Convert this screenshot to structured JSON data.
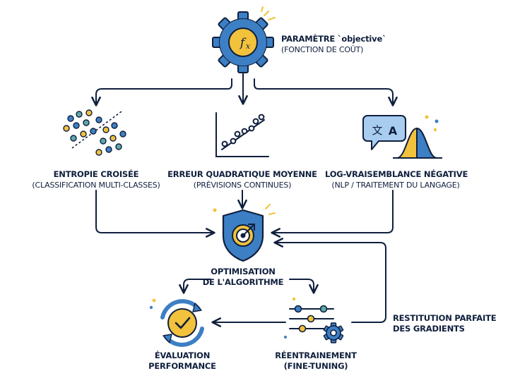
{
  "objective": {
    "title": "PARAMÈTRE `objective`",
    "subtitle": "(FONCTION DE COÛT)",
    "icon": "gear-function-icon"
  },
  "branches": [
    {
      "title": "ENTROPIE CROISÉE",
      "subtitle": "(CLASSIFICATION MULTI-CLASSES)",
      "icon": "scatter-clusters-icon"
    },
    {
      "title": "ERREUR QUADRATIQUE MOYENNE",
      "subtitle": "(PRÉVISIONS CONTINUES)",
      "icon": "regression-plot-icon"
    },
    {
      "title": "LOG-VRAISEMBLANCE NÉGATIVE",
      "subtitle": "(NLP / TRAITEMENT DU LANGAGE)",
      "icon": "translate-distribution-icon"
    }
  ],
  "optimisation": {
    "line1": "OPTIMISATION",
    "line2": "DE L'ALGORITHME",
    "icon": "shield-target-icon"
  },
  "evaluation": {
    "line1": "ÉVALUATION",
    "line2": "PERFORMANCE",
    "icon": "refresh-check-icon"
  },
  "retraining": {
    "line1": "RÉENTRAINEMENT",
    "line2": "(FINE-TUNING)",
    "icon": "sliders-gear-icon"
  },
  "gradients": {
    "line1": "RESTITUTION PARFAITE",
    "line2": "DES GRADIENTS"
  },
  "colors": {
    "navy": "#0f1f3d",
    "blue": "#3d7fc4",
    "light_blue": "#a9cdef",
    "yellow": "#f2c23c",
    "teal": "#5fa8a8"
  }
}
